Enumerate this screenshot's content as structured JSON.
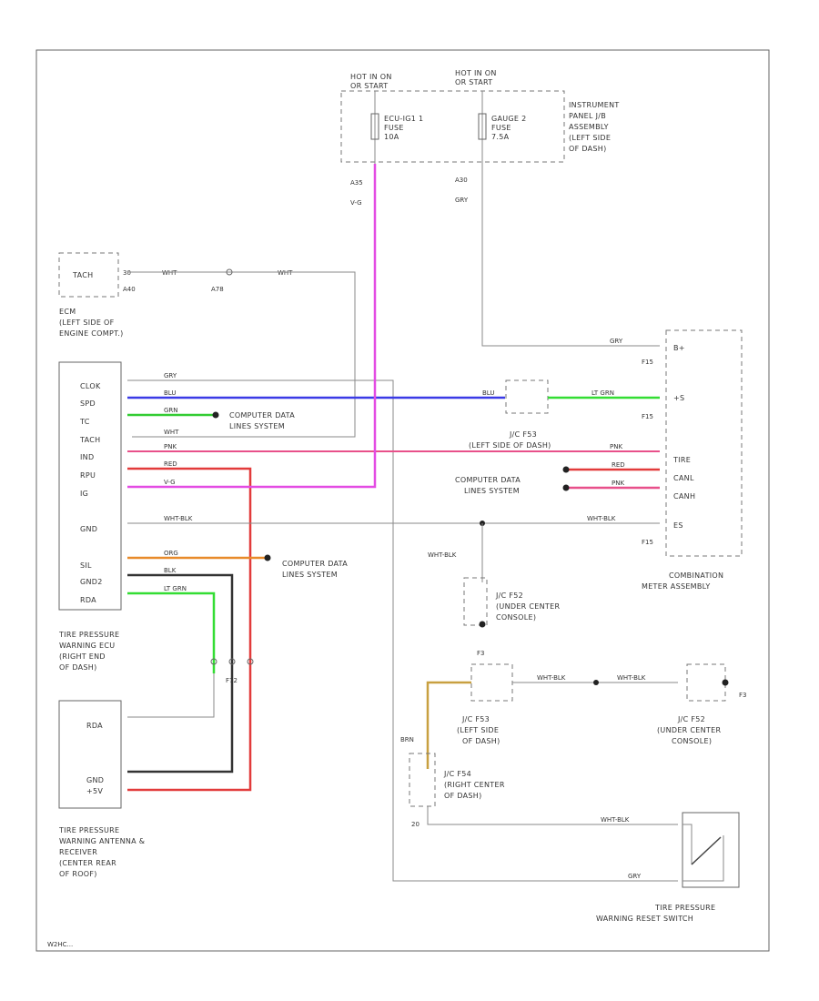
{
  "fuse_box": {
    "hot1": [
      "HOT IN ON",
      "OR START"
    ],
    "hot2": [
      "HOT IN ON",
      "OR START"
    ],
    "fuse1": [
      "ECU-IG1 1",
      "FUSE",
      "10A"
    ],
    "fuse2": [
      "GAUGE 2",
      "FUSE",
      "7.5A"
    ],
    "location": [
      "INSTRUMENT",
      "PANEL J/B",
      "ASSEMBLY",
      "(LEFT SIDE",
      "OF DASH)"
    ],
    "pin1": "A35",
    "wire1": "V-G",
    "pin2": "A30",
    "wire2": "GRY"
  },
  "tach": {
    "label": "TACH",
    "pin": "30",
    "conn": "A40",
    "wire": "WHT",
    "splice": "A78",
    "wire2": "WHT",
    "caption": [
      "ECM",
      "(LEFT SIDE OF",
      "ENGINE COMPT.)"
    ]
  },
  "ecu": {
    "pins": [
      "CLOK",
      "SPD",
      "TC",
      "TACH",
      "IND",
      "RPU",
      "IG",
      "GND",
      "SIL",
      "GND2",
      "RDA"
    ],
    "caption": [
      "TIRE PRESSURE",
      "WARNING ECU",
      "(RIGHT END",
      "OF DASH)"
    ]
  },
  "ecu_wires": {
    "clok": "GRY",
    "spd": "BLU",
    "tc": "GRN",
    "tach": "WHT",
    "ind": "PNK",
    "rpu": "RED",
    "ig": "V-G",
    "gnd": "WHT-BLK",
    "sil": "ORG",
    "gnd2": "BLK",
    "rda": "LT GRN"
  },
  "comp_data": [
    "COMPUTER DATA",
    "LINES SYSTEM"
  ],
  "jc_f53": {
    "label": "J/C F53",
    "sub": "(LEFT SIDE OF DASH)",
    "wire_out": "LT GRN",
    "wire_in": "BLU"
  },
  "meter": {
    "pins": [
      "B+",
      "+S",
      "TIRE",
      "CANL",
      "CANH",
      "ES"
    ],
    "conns": [
      "F15",
      "F15",
      "F15"
    ],
    "wires": [
      "GRY",
      "PNK",
      "RED",
      "PNK",
      "WHT-BLK"
    ],
    "caption": [
      "COMBINATION",
      "METER ASSEMBLY"
    ]
  },
  "jc_f52a": {
    "label": [
      "J/C F52",
      "(UNDER CENTER",
      "CONSOLE)"
    ],
    "wire": "WHT-BLK"
  },
  "jc_f53b": {
    "label": [
      "J/C F53",
      "(LEFT SIDE",
      "OF DASH)"
    ],
    "pin": "F3"
  },
  "jc_f52b": {
    "label": [
      "J/C F52",
      "(UNDER CENTER",
      "CONSOLE)"
    ],
    "pin": "F3"
  },
  "jc_f54": {
    "label": [
      "J/C F54",
      "(RIGHT CENTER",
      "OF DASH)"
    ],
    "wire": "BRN"
  },
  "splice_mid": "F72",
  "receiver": {
    "pins": [
      "RDA",
      "",
      "",
      "GND",
      "+5V"
    ],
    "caption": [
      "TIRE PRESSURE",
      "WARNING ANTENNA &",
      "RECEIVER",
      "(CENTER REAR",
      "OF ROOF)"
    ]
  },
  "reset_switch": {
    "caption": [
      "TIRE PRESSURE",
      "WARNING RESET SWITCH"
    ],
    "wire_top": "WHT-BLK",
    "wire_bot": "GRY",
    "pin": "20"
  },
  "wire_labels": {
    "whtblk_mid": "WHT-BLK",
    "whtblk_f52": "WHT-BLK",
    "whtblk_f52b": "WHT-BLK"
  },
  "colors": {
    "gry": "#9a9a9a",
    "blu": "#3a3ae6",
    "grn": "#33cc33",
    "pnk": "#e8508a",
    "red": "#e23b3b",
    "vg": "#e34be3",
    "org": "#e88a2a",
    "blk": "#333333",
    "ltgrn": "#33dd33",
    "brn": "#c8a040"
  },
  "footer": "W2HC..."
}
